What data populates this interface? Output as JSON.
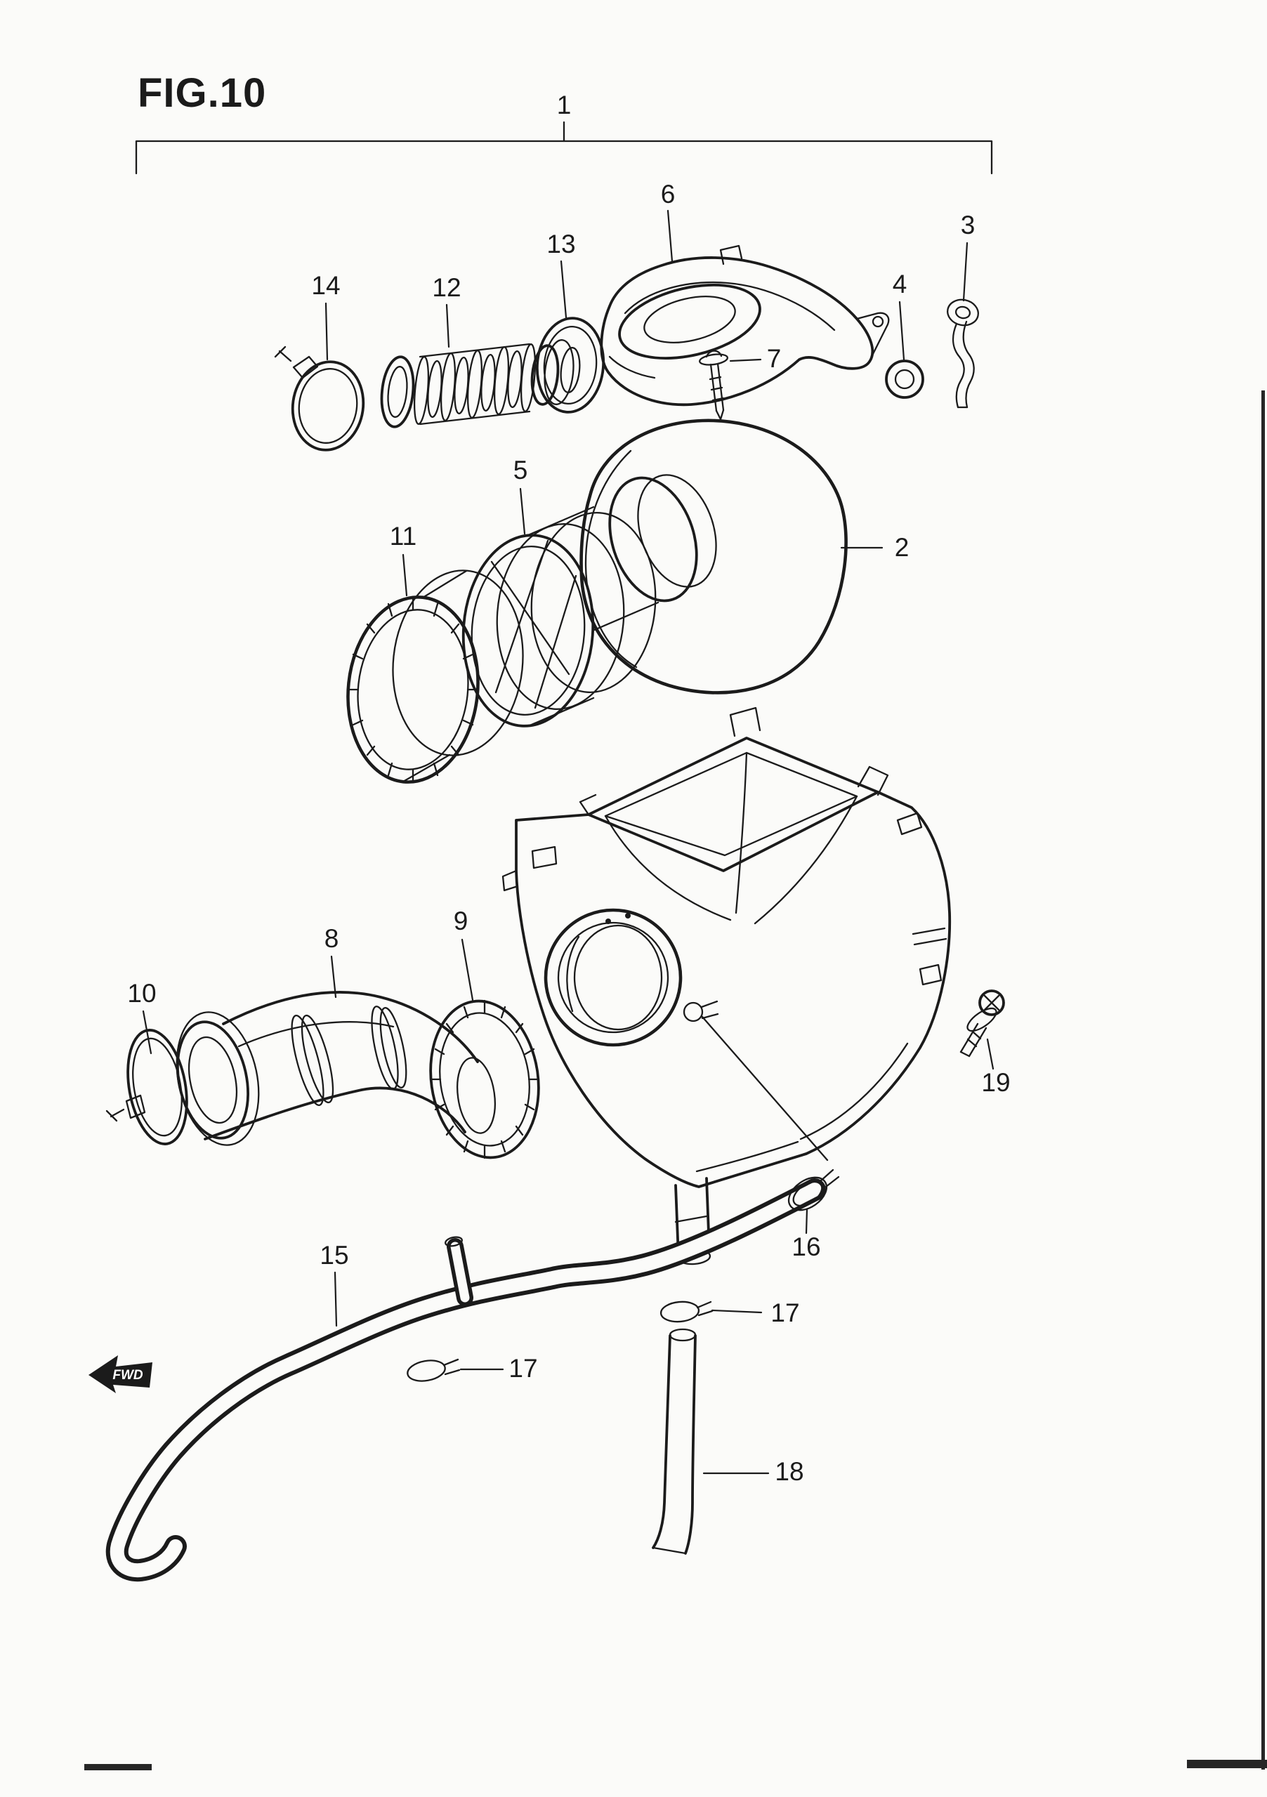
{
  "figure": {
    "title": "FIG.10",
    "fwd_label": "FWD"
  },
  "callouts": {
    "c1": "1",
    "c2": "2",
    "c3": "3",
    "c4": "4",
    "c5": "5",
    "c6": "6",
    "c7": "7",
    "c8": "8",
    "c9": "9",
    "c10": "10",
    "c11": "11",
    "c12": "12",
    "c13": "13",
    "c14": "14",
    "c15": "15",
    "c16": "16",
    "c17a": "17",
    "c17b": "17",
    "c18": "18",
    "c19": "19"
  },
  "style": {
    "ink_color": "#1b1b1b",
    "paper_color": "#fbfbf9"
  }
}
